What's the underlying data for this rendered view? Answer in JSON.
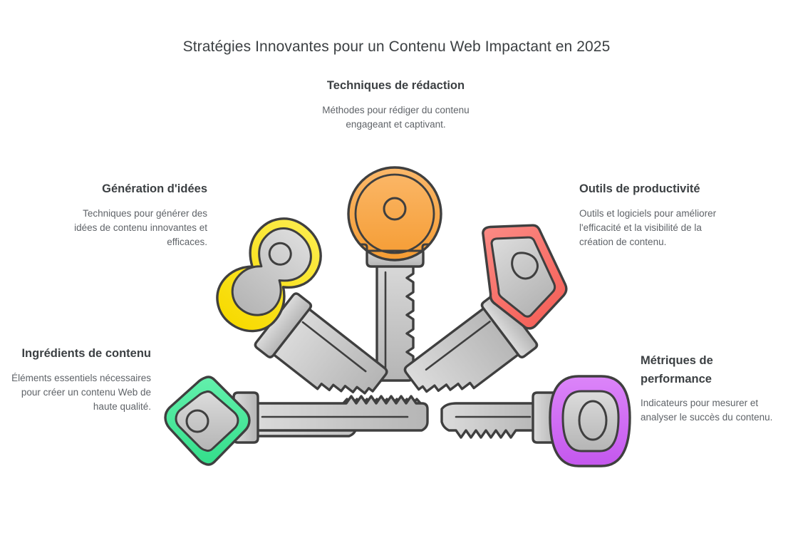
{
  "title": "Stratégies Innovantes pour un Contenu Web Impactant en 2025",
  "nodes": {
    "redaction": {
      "title": "Techniques de rédaction",
      "desc": "Méthodes pour rédiger du contenu engageant et captivant.",
      "key_color": "#F9A94E",
      "key_name": "orange-round-key"
    },
    "idees": {
      "title": "Génération d'idées",
      "desc": "Techniques pour générer des idées de contenu innovantes et efficaces.",
      "key_color": "#FAE114",
      "key_name": "yellow-clover-key"
    },
    "outils": {
      "title": "Outils de productivité",
      "desc": "Outils et logiciels pour améliorer l'efficacité et la visibilité de la création de contenu.",
      "key_color": "#F9736B",
      "key_name": "red-hexagon-key"
    },
    "ingredients": {
      "title": "Ingrédients de contenu",
      "desc": "Éléments essentiels nécessaires pour créer un contenu Web de haute qualité.",
      "key_color": "#4EE79C",
      "key_name": "green-diamond-key"
    },
    "metriques": {
      "title": "Métriques de performance",
      "desc": "Indicateurs pour mesurer et analyser le succès du contenu.",
      "key_color": "#D06BF5",
      "key_name": "purple-rounded-key"
    }
  },
  "palette": {
    "background": "#FFFFFF",
    "title_text": "#3C4043",
    "body_text": "#5F6368",
    "key_metal": "#C2C2C2",
    "key_metal_light": "#D4D4D4",
    "key_outline": "#3F3F3F"
  }
}
